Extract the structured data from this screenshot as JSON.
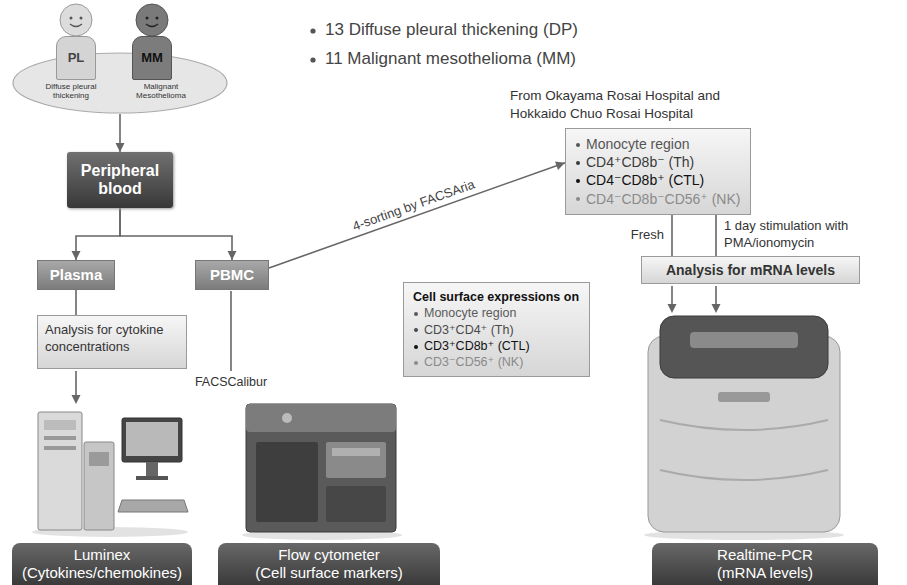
{
  "diagram": {
    "nodes": [
      {
        "text": [
          "Diffuse pleural thickening",
          "Malignant Mesothelioma"
        ]
      },
      {
        "text": [
          "PL"
        ],
        "in": 0
      },
      {
        "text": [
          "MM"
        ],
        "in": 0
      },
      {
        "text": [
          "Peripheral blood"
        ]
      },
      {
        "text": [
          "Plasma"
        ]
      },
      {
        "text": [
          "PBMC"
        ]
      },
      {
        "text": [
          "Analysis for cytokine concentrations"
        ]
      },
      {
        "text": [
          "Cell surface expressions on",
          "Monocyte region",
          "CD3⁺CD4⁺ (Th)",
          "CD3⁺CD8b⁺ (CTL)",
          "CD3⁻CD56⁺ (NK)"
        ]
      },
      {
        "text": [
          "Monocyte region",
          "CD4⁺CD8b⁻ (Th)",
          "CD4⁻CD8b⁺ (CTL)",
          "CD4⁻CD8b⁻CD56⁺ (NK)"
        ]
      },
      {
        "text": [
          "Analysis for mRNA levels"
        ]
      },
      {
        "text": [
          "Luminex (Cytokines/chemokines)"
        ]
      },
      {
        "text": [
          "Flow cytometer (Cell surface markers)"
        ]
      },
      {
        "text": [
          "Realtime-PCR (mRNA levels)"
        ]
      }
    ],
    "edges": [
      {
        "from": 0,
        "to": 3,
        "arrow": "to"
      },
      {
        "from": 3,
        "to": 4,
        "arrow": "to"
      },
      {
        "from": 3,
        "to": 5,
        "arrow": "to"
      },
      {
        "from": 4,
        "to": 6,
        "arrow": "none"
      },
      {
        "from": 5,
        "to": 8,
        "label": "4-sorting by FACSAria",
        "arrow": "to"
      },
      {
        "from": 8,
        "to": 9,
        "label": "Fresh",
        "arrow": "none"
      },
      {
        "from": 8,
        "to": 9,
        "label": "1 day stimulation with PMA/ionomycin",
        "arrow": "none"
      }
    ],
    "labels": [
      "13 Diffuse pleural thickening (DP)",
      "11 Malignant mesothelioma (MM)",
      "From Okayama Rosai Hospital and Hokkaido Chuo Rosai Hospital",
      "FACSCalibur"
    ]
  }
}
